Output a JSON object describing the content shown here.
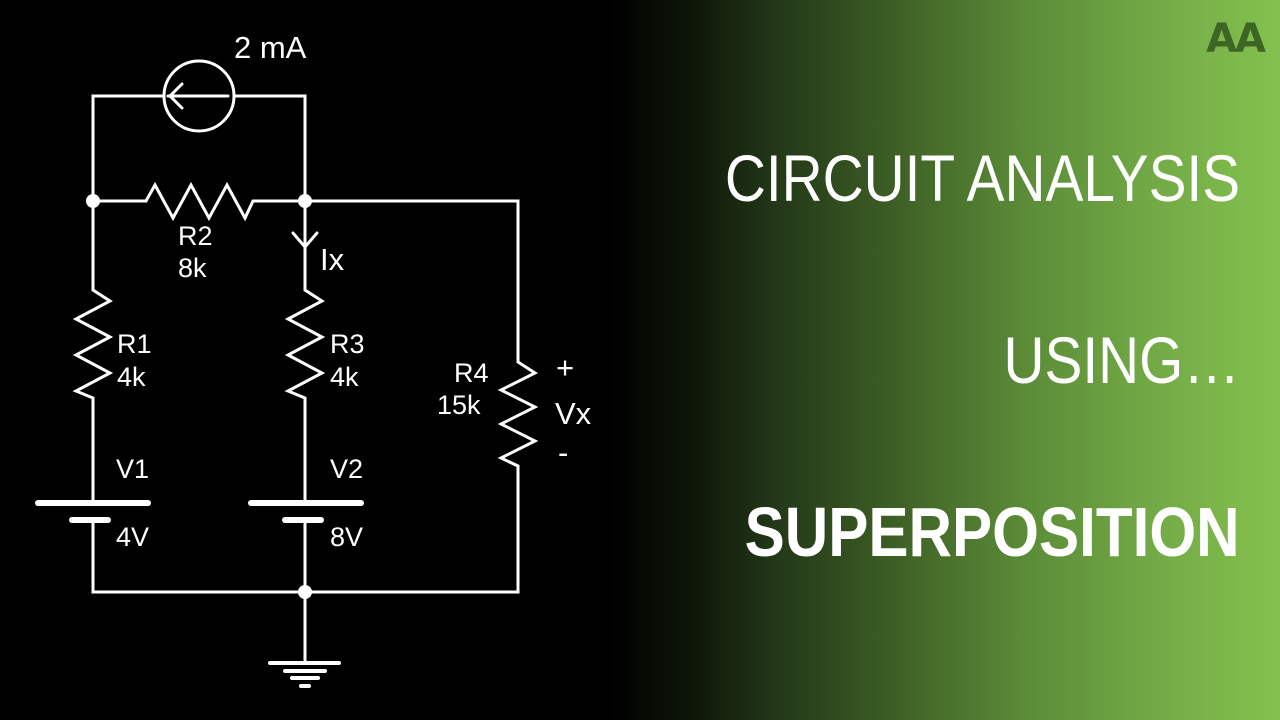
{
  "logo": {
    "text": "AA",
    "color": "#3d6625"
  },
  "title": {
    "line1": "CIRCUIT ANALYSIS",
    "line2": "USING…",
    "line3": "SUPERPOSITION"
  },
  "background": {
    "gradient_start": "#000000",
    "gradient_end": "#84c14e"
  },
  "circuit": {
    "current_source": {
      "value": "2 mA",
      "direction": "left"
    },
    "resistors": [
      {
        "name": "R1",
        "value": "4k"
      },
      {
        "name": "R2",
        "value": "8k"
      },
      {
        "name": "R3",
        "value": "4k"
      },
      {
        "name": "R4",
        "value": "15k"
      }
    ],
    "sources": [
      {
        "name": "V1",
        "value": "4V"
      },
      {
        "name": "V2",
        "value": "8V"
      }
    ],
    "current_label": "Ix",
    "voltage_label": {
      "name": "Vx",
      "plus": "+",
      "minus": "-"
    }
  }
}
